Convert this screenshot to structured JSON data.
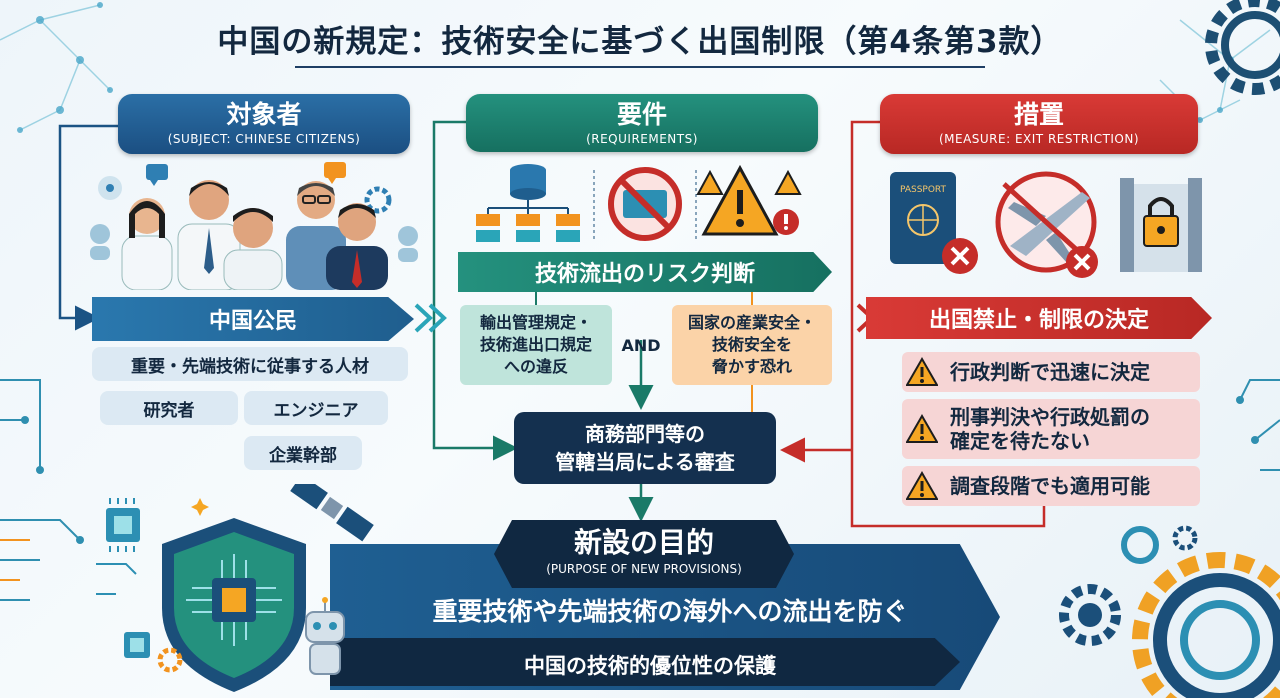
{
  "title": "中国の新規定：技術安全に基づく出国制限（第4条第3款）",
  "subject": {
    "title": "対象者",
    "subtitle": "(SUBJECT: CHINESE CITIZENS)",
    "band": "中国公民",
    "desc": "重要・先端技術に従事する人材",
    "roles": [
      "研究者",
      "エンジニア",
      "企業幹部"
    ]
  },
  "requirements": {
    "title": "要件",
    "subtitle": "(REQUIREMENTS)",
    "band": "技術流出のリスク判断",
    "left_box": [
      "輸出管理規定・",
      "技術進出口規定",
      "への違反"
    ],
    "and_label": "AND",
    "right_box": [
      "国家の産業安全・",
      "技術安全を",
      "脅かす恐れ"
    ]
  },
  "review": [
    "商務部門等の",
    "管轄当局による審査"
  ],
  "measure": {
    "title": "措置",
    "subtitle": "(MEASURE: EXIT RESTRICTION)",
    "passport_text": "PASSPORT",
    "band": "出国禁止・制限の決定",
    "items": [
      [
        "行政判断で迅速に決定"
      ],
      [
        "刑事判決や行政処罰の",
        "確定を待たない"
      ],
      [
        "調査段階でも適用可能"
      ]
    ]
  },
  "purpose": {
    "title": "新設の目的",
    "subtitle": "(PURPOSE OF NEW PROVISIONS)",
    "line1": "重要技術や先端技術の海外への流出を防ぐ",
    "line2": "中国の技術的優位性の保護"
  },
  "colors": {
    "navy": "#13283f",
    "blue": "#1b5384",
    "green": "#1a7a68",
    "red": "#c52d29",
    "warning": "#f5a623"
  },
  "icons": [
    "chip-icon",
    "satellite-icon",
    "robot-icon",
    "gear-icon",
    "shield-icon",
    "database-icon",
    "no-transfer-icon",
    "warning-icon",
    "passport-icon",
    "airplane-icon",
    "lock-gate-icon"
  ]
}
